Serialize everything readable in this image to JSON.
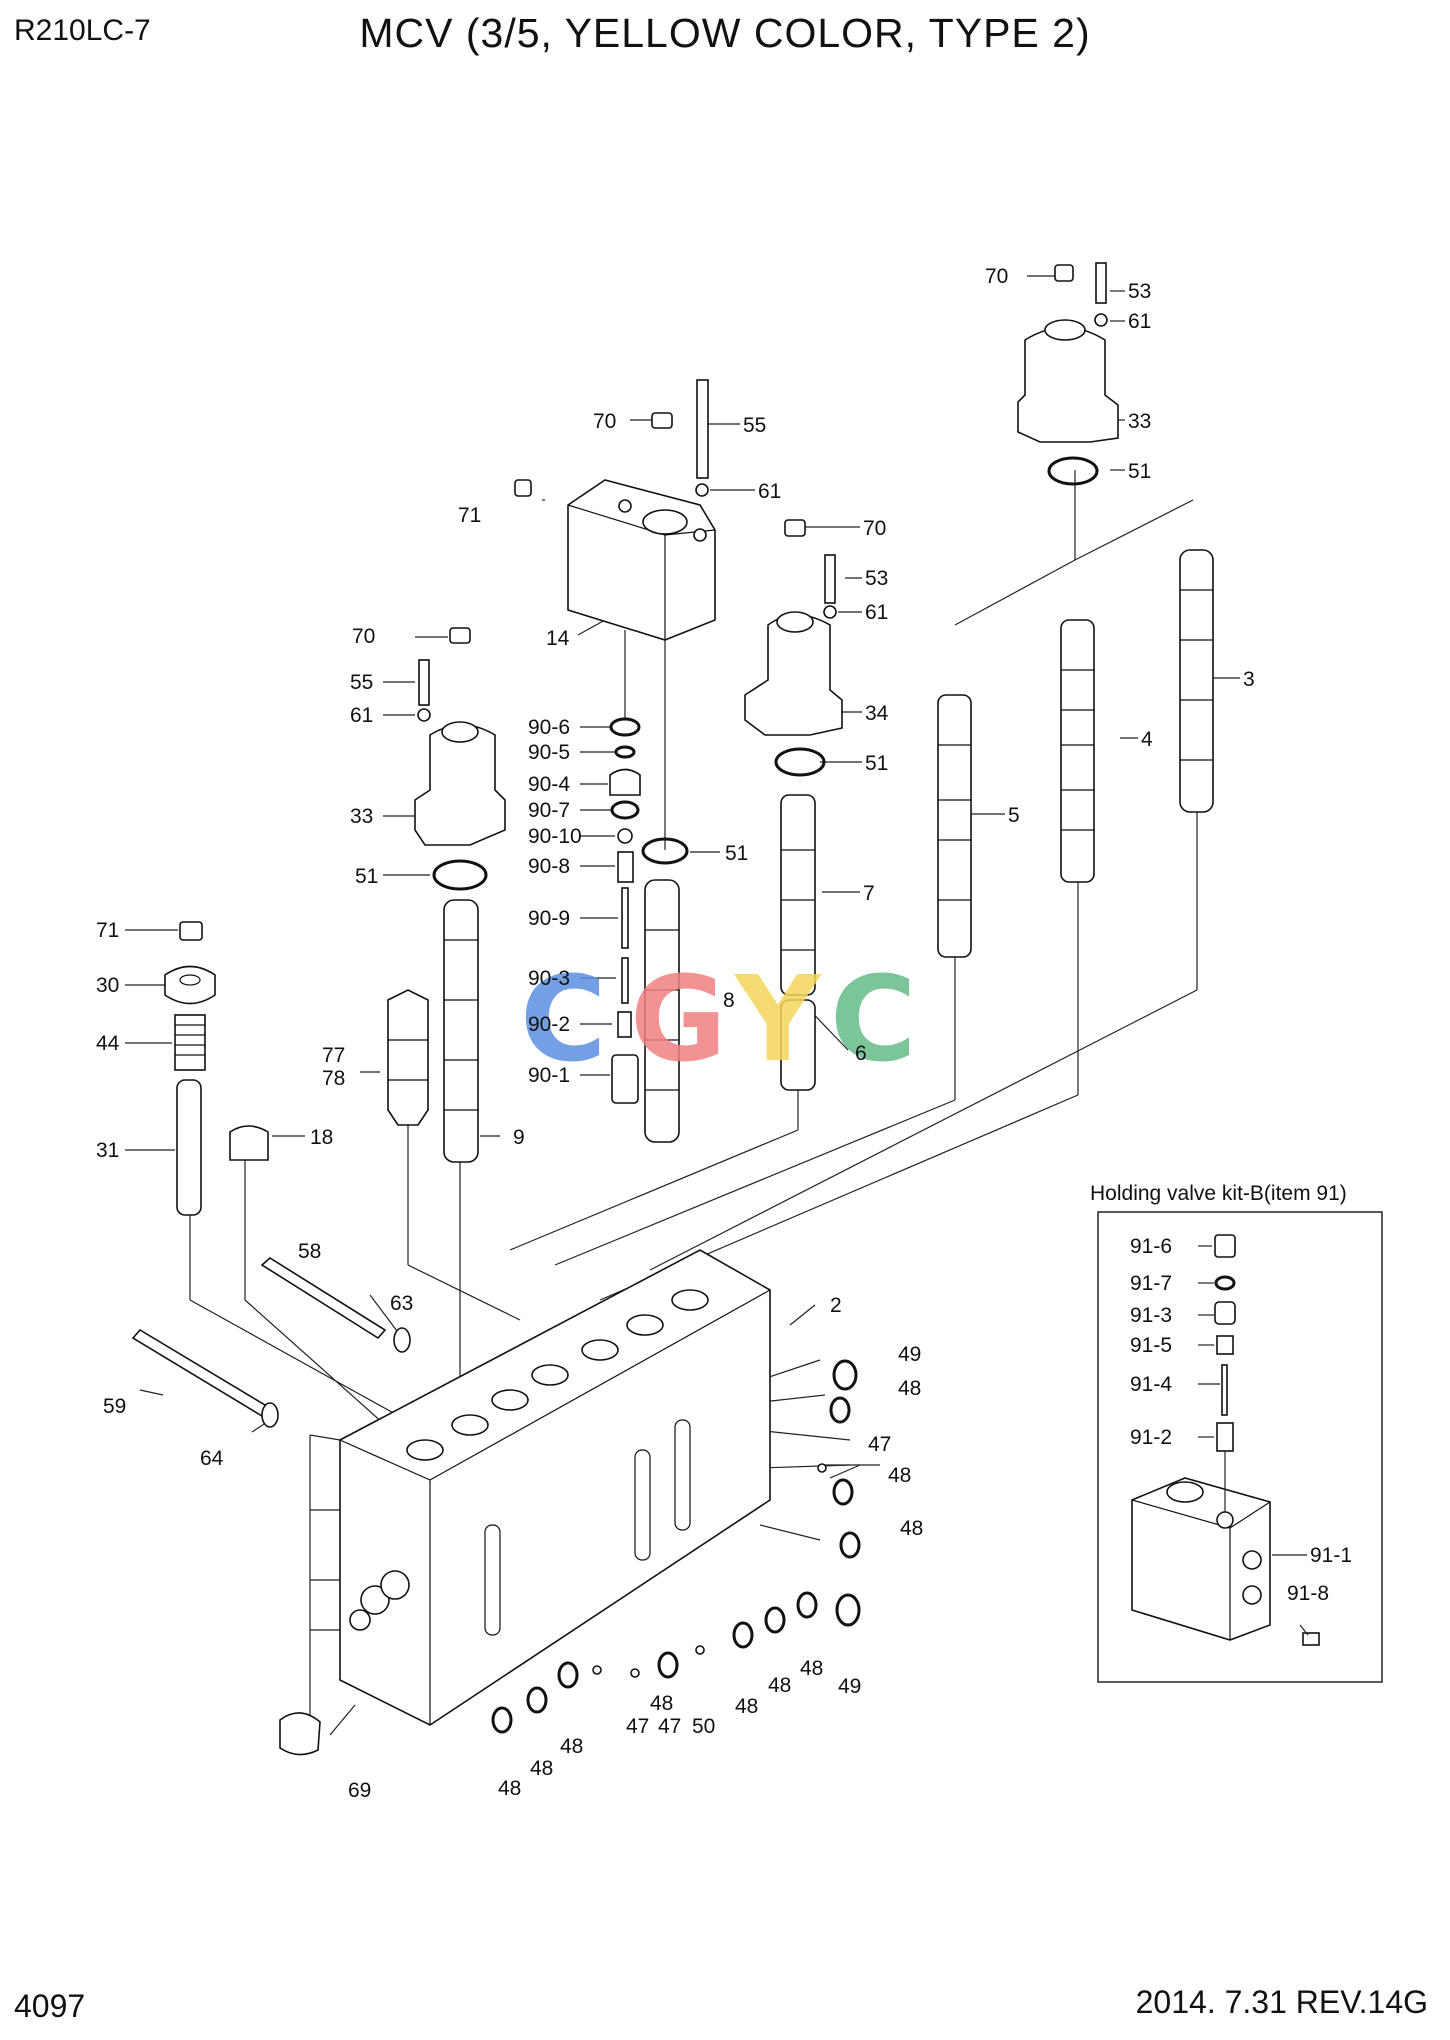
{
  "header": {
    "model": "R210LC-7",
    "title": "MCV (3/5, YELLOW COLOR, TYPE 2)"
  },
  "footer": {
    "page_number": "4097",
    "revision": "2014. 7.31  REV.14G"
  },
  "watermark": {
    "text": "CGYC",
    "colors": [
      "#5b8fe0",
      "#f08080",
      "#f5d45a",
      "#66bb88"
    ]
  },
  "inset": {
    "title": "Holding valve kit-B(item 91)"
  },
  "callouts": {
    "c70a": "70",
    "c53a": "53",
    "c61a": "61",
    "c33a": "33",
    "c51a": "51",
    "c70b": "70",
    "c55b": "55",
    "c61b": "61",
    "c71b": "71",
    "c14": "14",
    "c70c": "70",
    "c53c": "53",
    "c61c": "61",
    "c34": "34",
    "c51c": "51",
    "c3": "3",
    "c4": "4",
    "c5": "5",
    "c7": "7",
    "c8": "8",
    "c6": "6",
    "c70d": "70",
    "c55d": "55",
    "c61d": "61",
    "c33d": "33",
    "c51d": "51",
    "c9": "9",
    "c906": "90-6",
    "c905": "90-5",
    "c904": "90-4",
    "c907": "90-7",
    "c9010": "90-10",
    "c908": "90-8",
    "c909": "90-9",
    "c903": "90-3",
    "c902": "90-2",
    "c901": "90-1",
    "c51e": "51",
    "c71f": "71",
    "c30": "30",
    "c44": "44",
    "c31": "31",
    "c77": "77",
    "c78": "78",
    "c18": "18",
    "c58": "58",
    "c63": "63",
    "c59": "59",
    "c64": "64",
    "c2": "2",
    "c69": "69",
    "c49a": "49",
    "c48a": "48",
    "c47a": "47",
    "c48b": "48",
    "c48c": "48",
    "c49b": "49",
    "c48d": "48",
    "c48e": "48",
    "c48f": "48",
    "c50": "50",
    "c47b": "47",
    "c47c": "47",
    "c48g": "48",
    "c48h": "48",
    "c48i": "48",
    "c48j": "48",
    "c916": "91-6",
    "c917": "91-7",
    "c913": "91-3",
    "c915": "91-5",
    "c914": "91-4",
    "c912": "91-2",
    "c911": "91-1",
    "c918": "91-8"
  }
}
